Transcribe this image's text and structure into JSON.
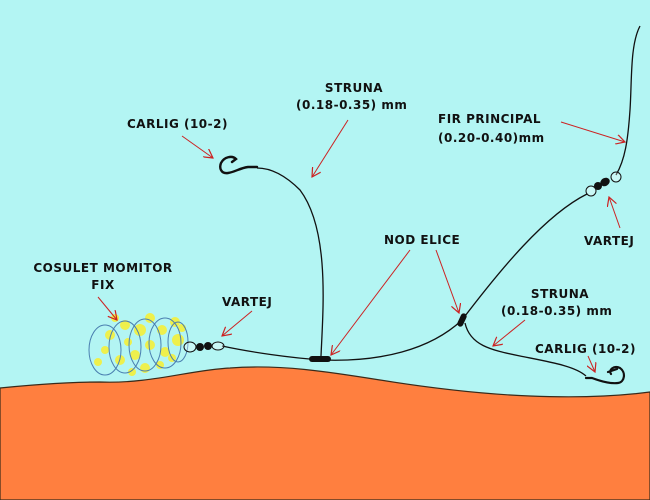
{
  "diagram": {
    "colors": {
      "water": "#b3f5f3",
      "seabed": "#ff7f3f",
      "seabed_edge": "#3a2a1a",
      "line": "#111111",
      "arrow": "#cc2222",
      "feeder_wire": "#4a7fb0",
      "bait": "#f5f03a"
    },
    "labels": {
      "hook_left": "CARLIG (10-2)",
      "leader_left_title": "STRUNA",
      "leader_left_size": "(0.18-0.35) mm",
      "main_line_title": "FIR PRINCIPAL",
      "main_line_size": "(0.20-0.40)mm",
      "swivel_top": "VARTEJ",
      "knot": "NOD ELICE",
      "feeder_line1": "COSULET MOMITOR",
      "feeder_line2": "FIX",
      "swivel_feeder": "VARTEJ",
      "leader_right_title": "STRUNA",
      "leader_right_size": "(0.18-0.35) mm",
      "hook_right": "CARLIG (10-2)"
    }
  }
}
